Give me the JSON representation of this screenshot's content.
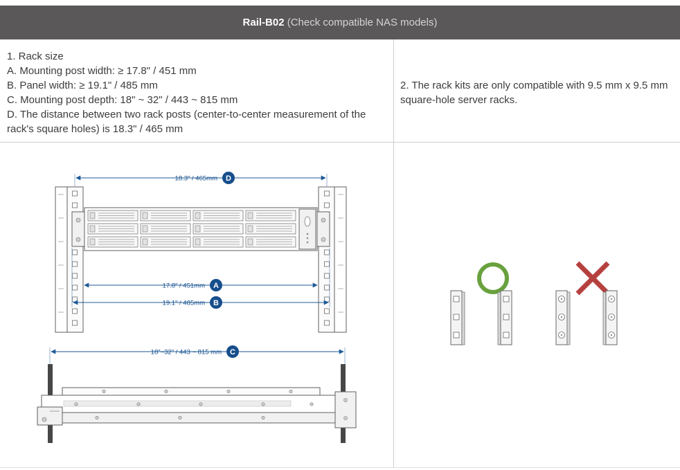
{
  "header": {
    "model": "Rail-B02",
    "note": " (Check compatible NAS models)"
  },
  "rack_size": {
    "title": "1. Rack size",
    "specs": [
      "A. Mounting post width: ≥ 17.8\" / 451 mm",
      "B. Panel width: ≥ 19.1\" / 485 mm",
      "C. Mounting post depth: 18\" ~ 32\" / 443 ~ 815 mm",
      "D. The distance between two rack posts (center-to-center measurement of the rack's square holes) is 18.3\" / 465 mm"
    ]
  },
  "compatibility_note": "2. The rack kits are only compatible with 9.5 mm x 9.5 mm square-hole server racks.",
  "dimensions": {
    "d": {
      "label": "18.3\" / 465mm",
      "badge": "D"
    },
    "a": {
      "label": "17.8\" / 451mm",
      "badge": "A"
    },
    "b": {
      "label": "19.1\" / 485mm",
      "badge": "B"
    },
    "c": {
      "label": "18\"~32\" / 443 ~ 815 mm",
      "badge": "C"
    }
  },
  "colors": {
    "header_bg": "#5a5858",
    "dimension_blue": "#1d5a96",
    "badge_navy": "#174e8c",
    "correct_green": "#69a13e",
    "incorrect_red": "#b5413f"
  }
}
